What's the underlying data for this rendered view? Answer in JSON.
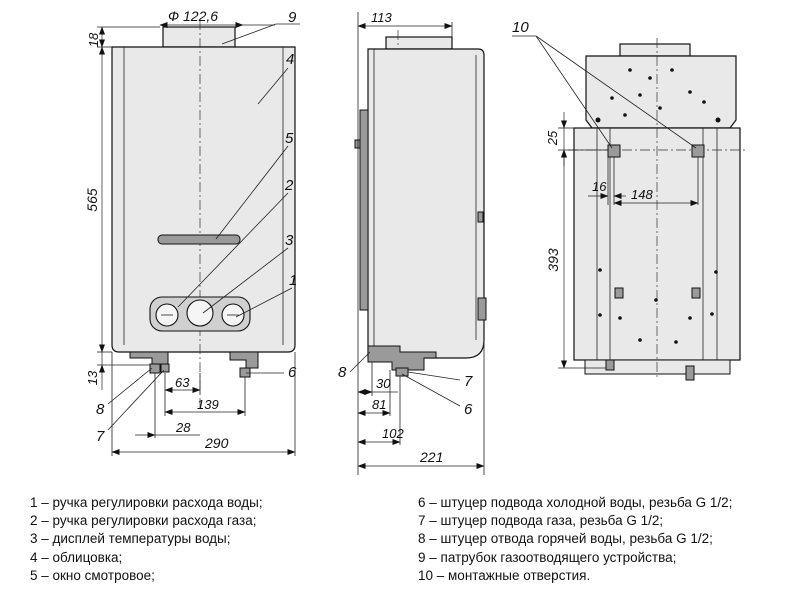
{
  "dimensions": {
    "diameter": "Ф 122,6",
    "d18": "18",
    "d565": "565",
    "d13": "13",
    "d63": "63",
    "d139": "139",
    "d28": "28",
    "d290": "290",
    "d113": "113",
    "d30": "30",
    "d81": "81",
    "d102": "102",
    "d221": "221",
    "d25": "25",
    "d16": "16",
    "d148": "148",
    "d393": "393"
  },
  "callouts": {
    "c1": "1",
    "c2": "2",
    "c3": "3",
    "c4": "4",
    "c5": "5",
    "c6": "6",
    "c7": "7",
    "c8": "8",
    "c9": "9",
    "c10": "10"
  },
  "legend_left": [
    "1 – ручка регулировки расхода воды;",
    "2 – ручка регулировки расхода газа;",
    "3 – дисплей температуры воды;",
    "4 – облицовка;",
    "5 – окно смотровое;"
  ],
  "legend_right": [
    "6 – штуцер подвода холодной воды, резьба G 1/2;",
    "7 – штуцер подвода газа, резьба G 1/2;",
    "8 – штуцер отвода горячей воды, резьба G 1/2;",
    "9 – патрубок газоотводящего устройства;",
    "10 – монтажные отверстия."
  ]
}
